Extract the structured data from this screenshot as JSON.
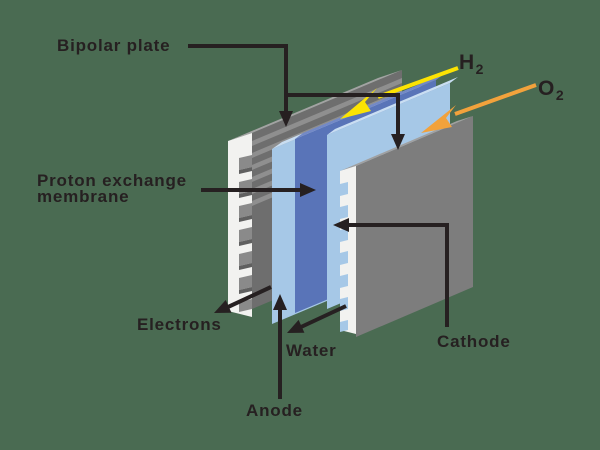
{
  "title": "PEM fuel cell exploded diagram",
  "background_color": "#4a6b52",
  "colors": {
    "label_text": "#262021",
    "connector": "#262021",
    "hydrogen_arrow": "#fce303",
    "oxygen_arrow": "#f2a23c",
    "plate_face_gray": "#6e6e6e",
    "plate_face_gray2": "#7d7d7d",
    "plate_top_gray": "#a3a3a3",
    "plate_top_gray2": "#a0a0a0",
    "plate_stripe_gray": "#8f8f8f",
    "plate_edge_white": "#f2f2f0",
    "tooth_notch_gray": "#8a8a8a",
    "tooth_shadow_gray": "#606060",
    "gdl_light_blue": "#a6c8e7",
    "gdl_light_blue_top": "#c9def2",
    "membrane_blue": "#5974b8",
    "membrane_blue_top": "#7389c6"
  },
  "labels": {
    "bipolar_plate": "Bipolar plate",
    "hydrogen": {
      "main": "H",
      "sub": "2"
    },
    "oxygen": {
      "main": "O",
      "sub": "2"
    },
    "membrane_line1": "Proton exchange",
    "membrane_line2": "membrane",
    "electrons": "Electrons",
    "water": "Water",
    "anode": "Anode",
    "cathode": "Cathode"
  }
}
